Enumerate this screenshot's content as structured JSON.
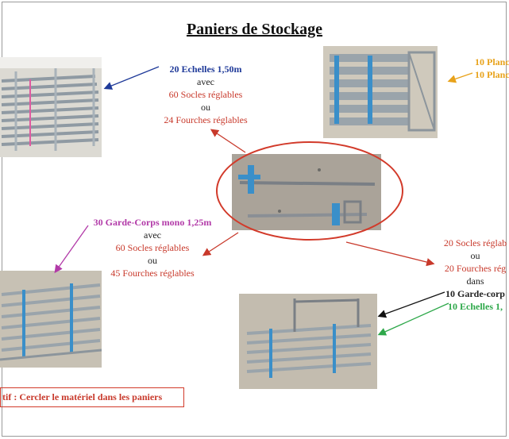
{
  "title": "Paniers de Stockage",
  "blocks": {
    "top_left": {
      "line1": "20 Echelles 1,50m",
      "line2": "avec",
      "line3": "60 Socles réglables",
      "line4": "ou",
      "line5": "24 Fourches réglables"
    },
    "top_right": {
      "line1": "10 Planc",
      "line2": "10 Planc"
    },
    "mid_left": {
      "line1": "30 Garde-Corps mono 1,25m",
      "line2": "avec",
      "line3": "60 Socles réglables",
      "line4": "ou",
      "line5": "45 Fourches réglables"
    },
    "bottom_right": {
      "line1": "20 Socles réglab",
      "line2": "ou",
      "line3": "20 Fourches rég",
      "line4": "dans",
      "line5": "10 Garde-corp",
      "line6": "10 Echelles 1,"
    }
  },
  "note": "tif : Cercler le matériel dans les paniers",
  "colors": {
    "blue": "#1f3a99",
    "red": "#c8392b",
    "yellow": "#e8a21a",
    "magenta": "#b23aa8",
    "green": "#2ea84a",
    "black": "#222222"
  }
}
